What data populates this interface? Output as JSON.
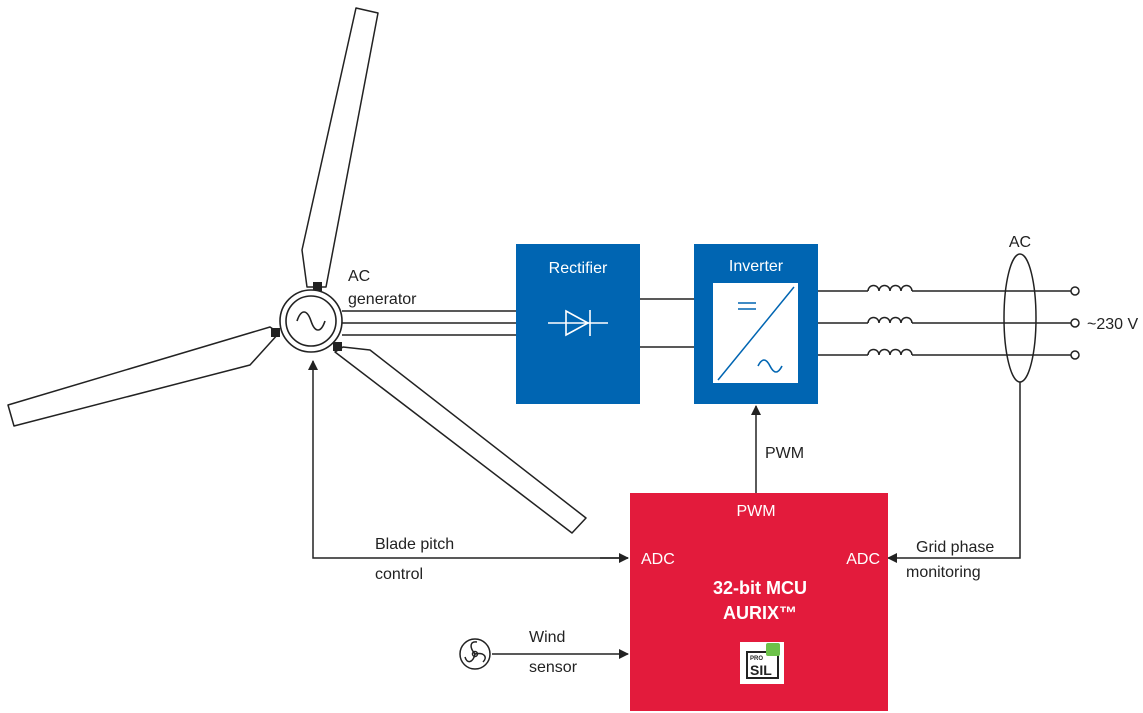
{
  "colors": {
    "block_blue": "#0065b2",
    "mcu_red": "#e31b3c",
    "line": "#222222"
  },
  "labels": {
    "ac_generator_line1": "AC",
    "ac_generator_line2": "generator",
    "rectifier": "Rectifier",
    "inverter": "Inverter",
    "ac_top": "AC",
    "grid_voltage": "~230 V",
    "pwm_link": "PWM",
    "mcu_pwm": "PWM",
    "mcu_adc_left": "ADC",
    "mcu_adc_right": "ADC",
    "mcu_title_line1": "32-bit MCU",
    "mcu_title_line2": "AURIX™",
    "blade_pitch_line1": "Blade pitch",
    "blade_pitch_line2": "control",
    "grid_phase_line1": "Grid phase",
    "grid_phase_line2": "monitoring",
    "wind_sensor_line1": "Wind",
    "wind_sensor_line2": "sensor",
    "sil_badge_small": "PRO",
    "sil_badge_large": "SIL"
  },
  "icons": [
    "ac-source-icon",
    "diode-icon",
    "dc-ac-converter-icon",
    "inductor-icon",
    "fan-icon",
    "prosil-badge-icon"
  ]
}
